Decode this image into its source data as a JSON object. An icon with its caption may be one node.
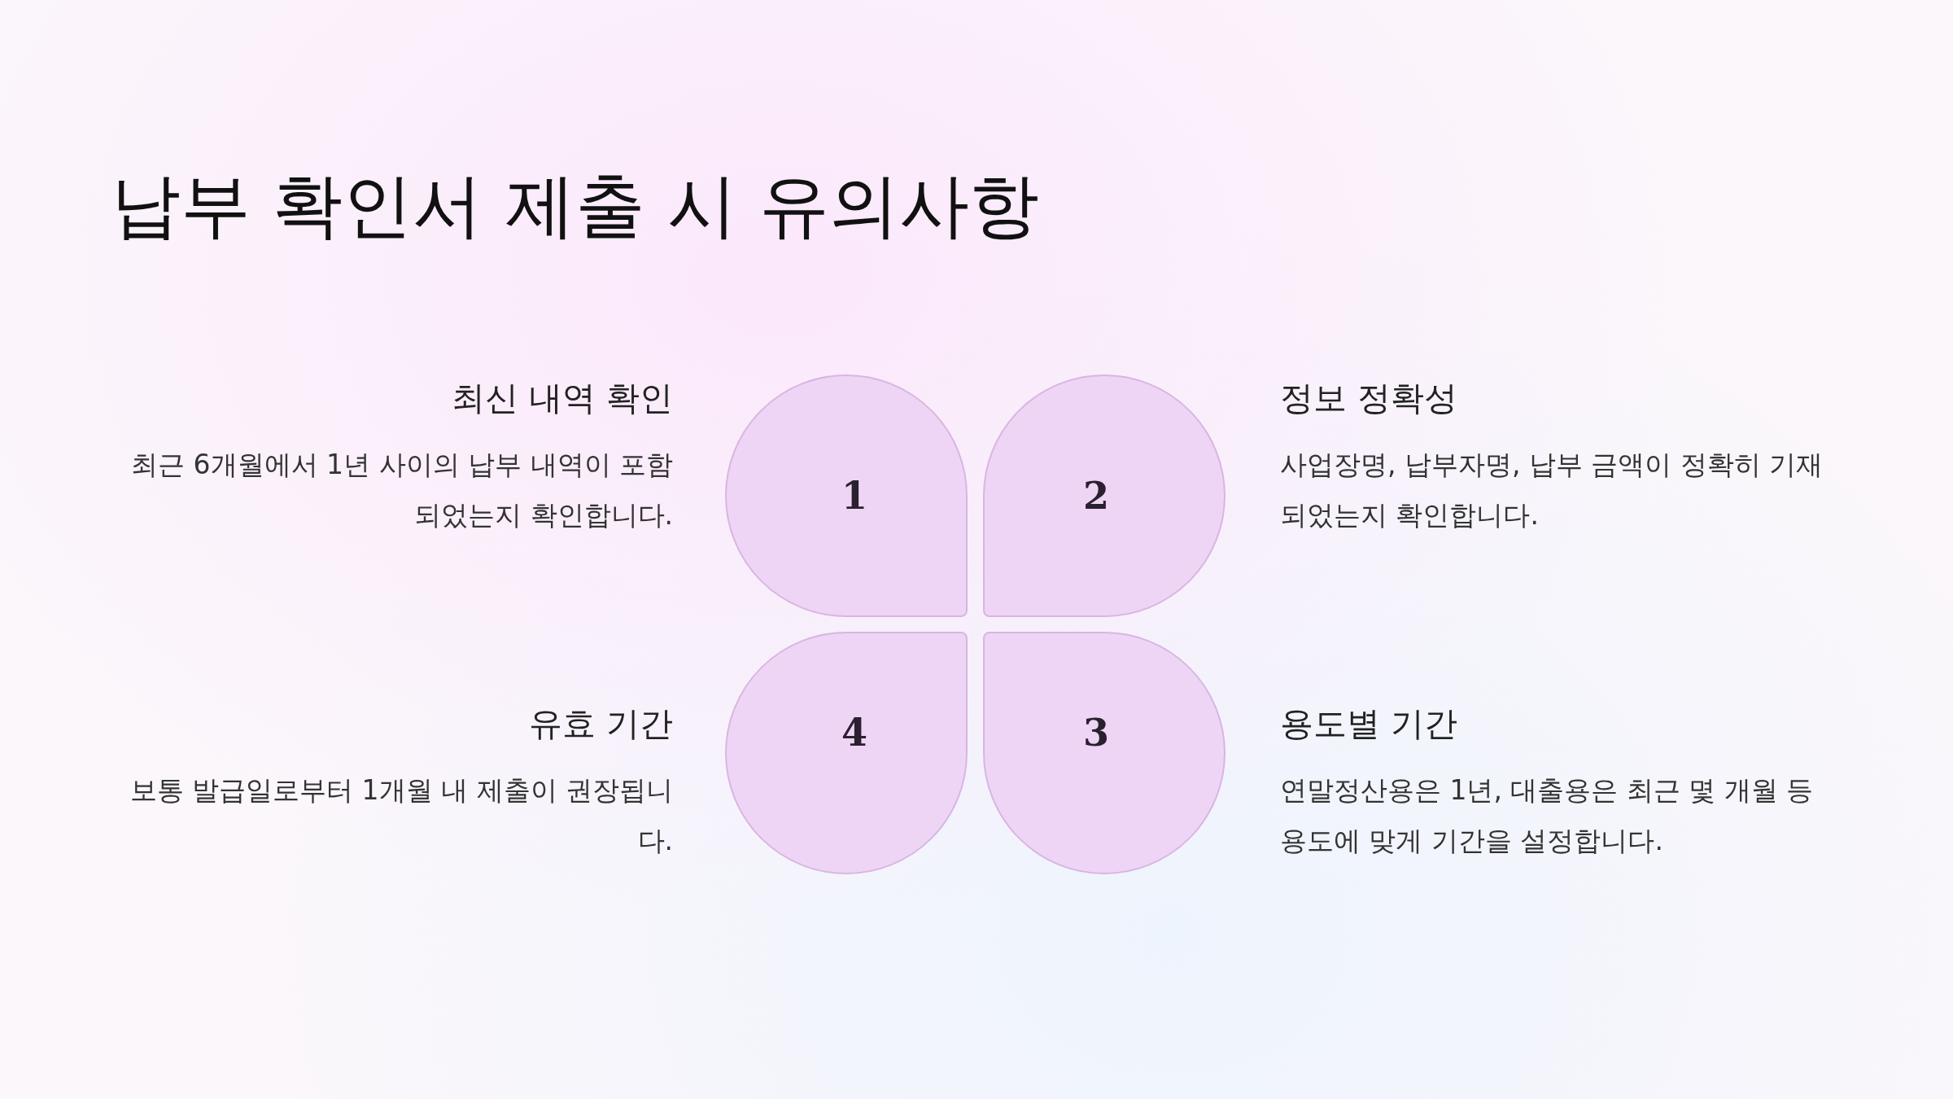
{
  "diagram": {
    "title": "납부 확인서 제출 시 유의사항",
    "nodes": [
      {
        "text": [
          "1"
        ],
        "beside": [
          "최신 내역 확인",
          "최근 6개월에서 1년 사이의 납부 내역이 포함되었는지 확인합니다."
        ]
      },
      {
        "text": [
          "2"
        ],
        "beside": [
          "정보 정확성",
          "사업장명, 납부자명, 납부 금액이 정확히 기재되었는지 확인합니다."
        ]
      },
      {
        "text": [
          "3"
        ],
        "beside": [
          "용도별 기간",
          "연말정산용은 1년, 대출용은 최근 몇 개월 등 용도에 맞게 기간을 설정합니다."
        ]
      },
      {
        "text": [
          "4"
        ],
        "beside": [
          "유효 기간",
          "보통 발급일로부터 1개월 내 제출이 권장됩니다."
        ]
      }
    ]
  }
}
